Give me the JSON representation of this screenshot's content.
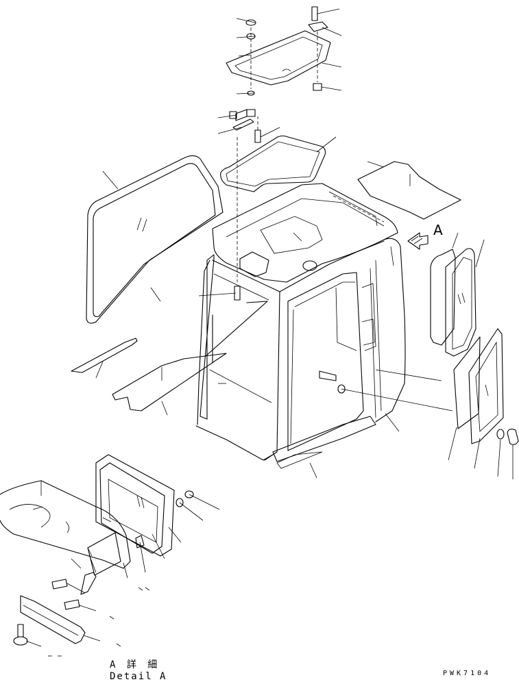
{
  "diagram": {
    "view_marker": "A",
    "detail_title_jp": "A 詳 細",
    "detail_title_en": "Detail A",
    "drawing_code": "PWK7104"
  },
  "colors": {
    "line": "#000000",
    "background": "#ffffff"
  }
}
